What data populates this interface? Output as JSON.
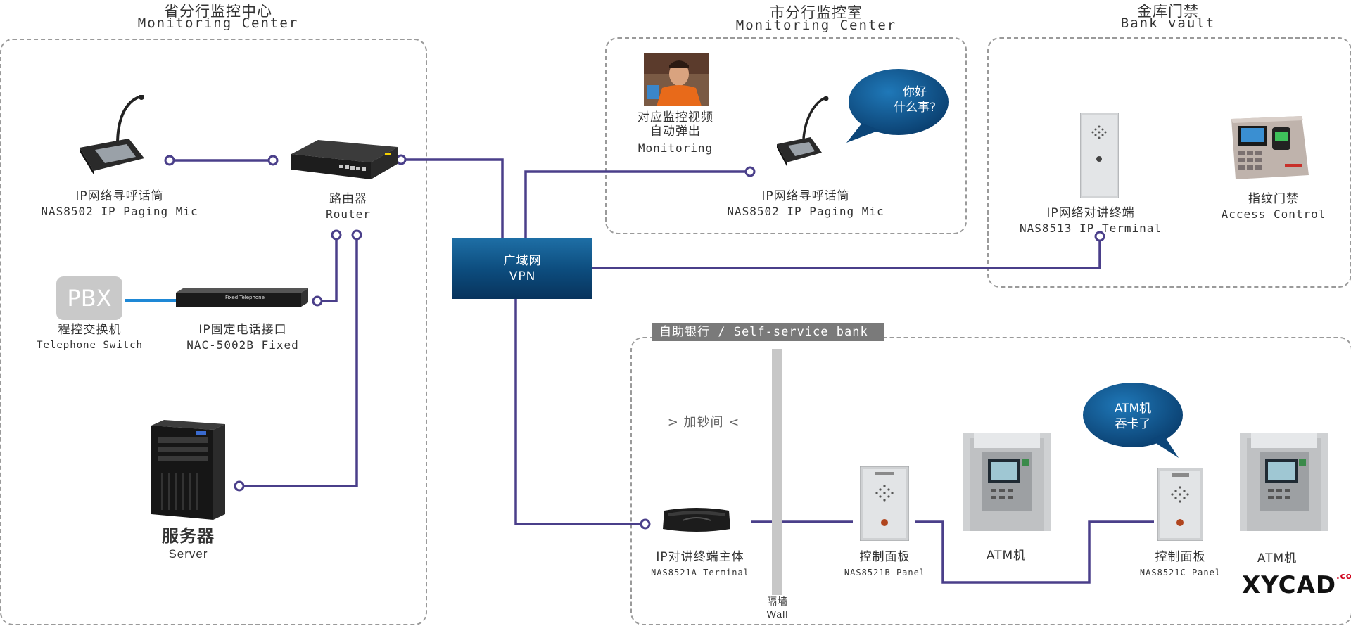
{
  "regions": {
    "provincial": {
      "title_zh": "省分行监控中心",
      "title_en": "Monitoring Center"
    },
    "city": {
      "title_zh": "市分行监控室",
      "title_en": "Monitoring Center"
    },
    "vault": {
      "title_zh": "金库门禁",
      "title_en": "Bank vault"
    },
    "selfservice": {
      "tag": "自助银行 / Self-service bank"
    }
  },
  "devices": {
    "paging_mic_1": {
      "zh": "IP网络寻呼话筒",
      "en": "NAS8502 IP Paging Mic"
    },
    "router": {
      "zh": "路由器",
      "en": "Router"
    },
    "pbx": {
      "icon_text": "PBX",
      "zh": "程控交换机",
      "en": "Telephone Switch"
    },
    "fixed_phone": {
      "zh": "IP固定电话接口",
      "en": "NAC-5002B Fixed",
      "panel_text": "Fixed Telephone"
    },
    "server": {
      "zh": "服务器",
      "en": "Server"
    },
    "vpn": {
      "zh": "广域网",
      "en": "VPN"
    },
    "monitoring_video": {
      "zh1": "对应监控视频",
      "zh2": "自动弹出",
      "en": "Monitoring"
    },
    "paging_mic_2": {
      "zh": "IP网络寻呼话筒",
      "en": "NAS8502 IP Paging Mic"
    },
    "bubble_hello": {
      "line1": "你好",
      "line2": "什么事?"
    },
    "vault_terminal": {
      "zh": "IP网络对讲终端",
      "en": "NAS8513 IP Terminal"
    },
    "access_control": {
      "zh": "指纹门禁",
      "en": "Access Control"
    },
    "cash_room": {
      "text": "> 加钞间 <"
    },
    "ip_terminal_host": {
      "zh": "IP对讲终端主体",
      "en": "NAS8521A  Terminal"
    },
    "wall": {
      "zh": "隔墙",
      "en": "Wall"
    },
    "panel_b": {
      "zh": "控制面板",
      "en": "NAS8521B Panel"
    },
    "atm_1": {
      "label": "ATM机"
    },
    "bubble_atm": {
      "line1": "ATM机",
      "line2": "吞卡了"
    },
    "panel_c": {
      "zh": "控制面板",
      "en": "NAS8521C Panel"
    },
    "atm_2": {
      "label": "ATM机"
    }
  },
  "watermark": {
    "main": "XYCAD",
    "suffix": ".com"
  },
  "colors": {
    "wire": "#4a3f8a",
    "pbx_wire": "#1e88d6",
    "vpn": "#0c4b7c",
    "bubble": "#0d4f86",
    "region_border": "#9a9a9a"
  }
}
